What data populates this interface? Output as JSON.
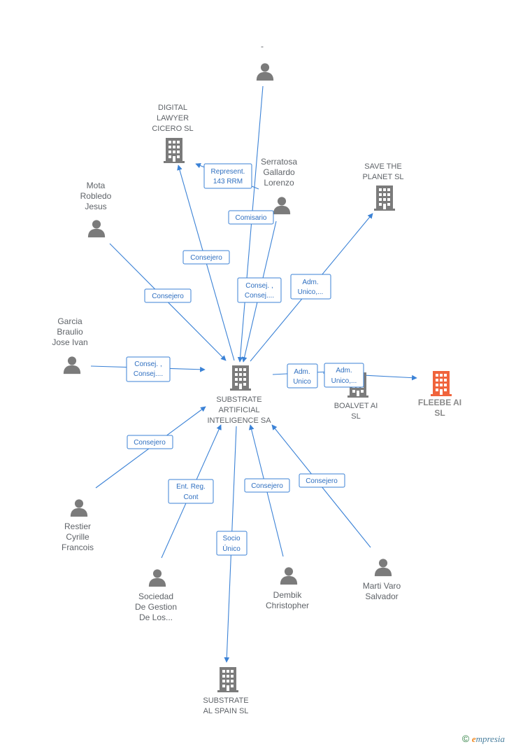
{
  "nodes": {
    "top_person": {
      "lines": [
        "-"
      ],
      "type": "person"
    },
    "digital_lawyer": {
      "lines": [
        "DIGITAL",
        "LAWYER",
        "CICERO  SL"
      ],
      "type": "company"
    },
    "serratosa": {
      "lines": [
        "Serratosa",
        "Gallardo",
        "Lorenzo"
      ],
      "type": "person"
    },
    "save_planet": {
      "lines": [
        "SAVE THE",
        "PLANET  SL"
      ],
      "type": "company"
    },
    "mota": {
      "lines": [
        "Mota",
        "Robledo",
        "Jesus"
      ],
      "type": "person"
    },
    "garcia": {
      "lines": [
        "Garcia",
        "Braulio",
        "Jose Ivan"
      ],
      "type": "person"
    },
    "substrate_ai": {
      "lines": [
        "SUBSTRATE",
        "ARTIFICIAL",
        "INTELIGENCE SA"
      ],
      "type": "company"
    },
    "boalvet": {
      "lines": [
        "BOALVET AI",
        "SL"
      ],
      "type": "company"
    },
    "fleebe": {
      "lines": [
        "FLEEBE AI",
        "SL"
      ],
      "type": "company-focus"
    },
    "restier": {
      "lines": [
        "Restier",
        "Cyrille",
        "Francois"
      ],
      "type": "person"
    },
    "sociedad": {
      "lines": [
        "Sociedad",
        "De Gestion",
        "De Los..."
      ],
      "type": "person"
    },
    "dembik": {
      "lines": [
        "Dembik",
        "Christopher"
      ],
      "type": "person"
    },
    "marti": {
      "lines": [
        "Marti Varo",
        "Salvador"
      ],
      "type": "person"
    },
    "substrate_spain": {
      "lines": [
        "SUBSTRATE",
        "AL SPAIN  SL"
      ],
      "type": "company"
    }
  },
  "edges": {
    "represent": [
      "Represent.",
      "143 RRM"
    ],
    "comisario": [
      "Comisario"
    ],
    "consejero_dl": [
      "Consejero"
    ],
    "consej_serr": [
      "Consej. ,",
      "Consej...."
    ],
    "adm_save": [
      "Adm.",
      "Unico,..."
    ],
    "consejero_mota": [
      "Consejero"
    ],
    "consej_garcia": [
      "Consej. ,",
      "Consej...."
    ],
    "adm_boalvet": [
      "Adm.",
      "Unico"
    ],
    "adm_fleebe": [
      "Adm.",
      "Unico,..."
    ],
    "consejero_restier": [
      "Consejero"
    ],
    "ent_reg": [
      "Ent.  Reg.",
      "Cont"
    ],
    "consejero_dembik": [
      "Consejero"
    ],
    "consejero_marti": [
      "Consejero"
    ],
    "socio_unico": [
      "Socio",
      "Único"
    ]
  },
  "colors": {
    "edge": "#3b82d6",
    "node": "#7b7b7b",
    "focus": "#f0643c"
  },
  "footer": {
    "copyright": "©",
    "brand_initial": "e",
    "brand_rest": "mpresia"
  }
}
